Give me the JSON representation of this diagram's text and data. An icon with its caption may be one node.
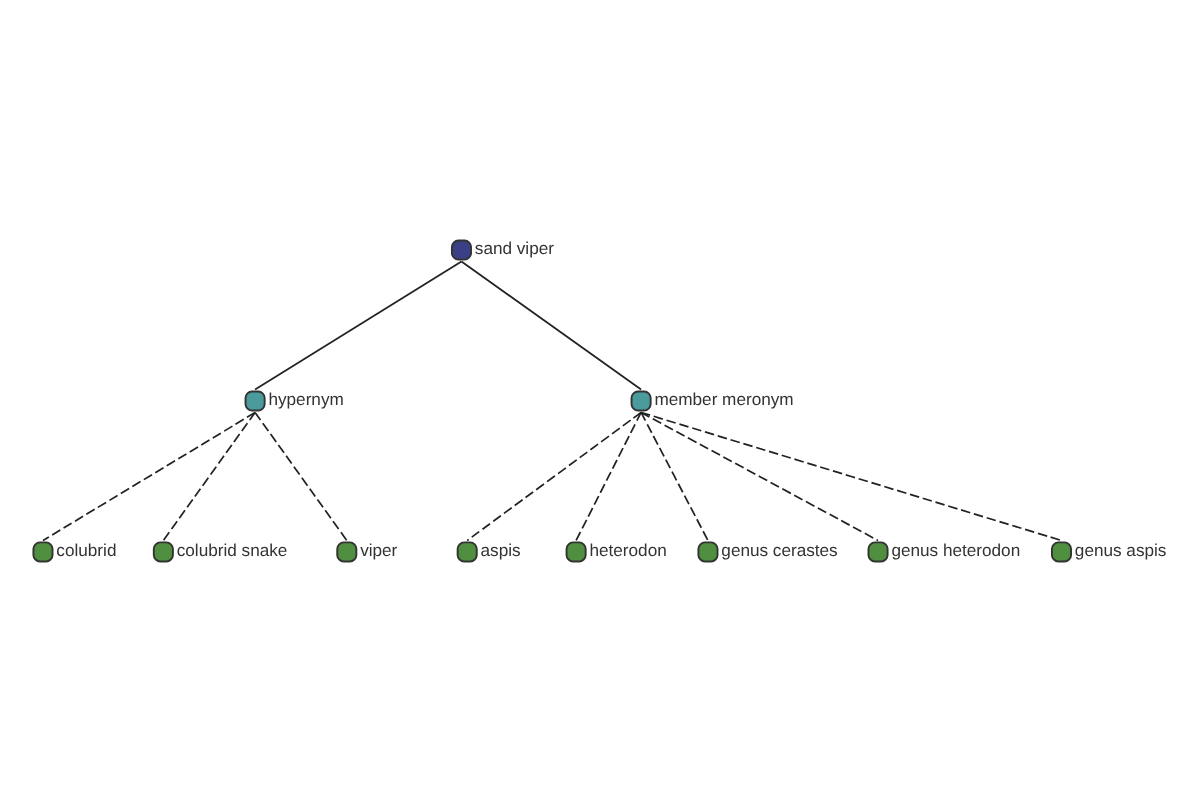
{
  "diagram": {
    "nodes": [
      {
        "text": [
          "sand viper"
        ]
      },
      {
        "text": [
          "hypernym"
        ]
      },
      {
        "text": [
          "colubrid"
        ]
      },
      {
        "text": [
          "colubrid snake"
        ]
      },
      {
        "text": [
          "viper"
        ]
      },
      {
        "text": [
          "member meronym"
        ]
      },
      {
        "text": [
          "aspis"
        ]
      },
      {
        "text": [
          "heterodon"
        ]
      },
      {
        "text": [
          "genus cerastes"
        ]
      },
      {
        "text": [
          "genus heterodon"
        ]
      },
      {
        "text": [
          "genus aspis"
        ]
      }
    ],
    "edges": [
      {
        "from": 0,
        "to": 1,
        "arrow": "none"
      },
      {
        "from": 0,
        "to": 5,
        "arrow": "none"
      },
      {
        "from": 1,
        "to": 2,
        "arrow": "none",
        "style": "dashed"
      },
      {
        "from": 1,
        "to": 3,
        "arrow": "none",
        "style": "dashed"
      },
      {
        "from": 1,
        "to": 4,
        "arrow": "none",
        "style": "dashed"
      },
      {
        "from": 5,
        "to": 6,
        "arrow": "none",
        "style": "dashed"
      },
      {
        "from": 5,
        "to": 7,
        "arrow": "none",
        "style": "dashed"
      },
      {
        "from": 5,
        "to": 8,
        "arrow": "none",
        "style": "dashed"
      },
      {
        "from": 5,
        "to": 9,
        "arrow": "none",
        "style": "dashed"
      },
      {
        "from": 5,
        "to": 10,
        "arrow": "none",
        "style": "dashed"
      }
    ]
  }
}
